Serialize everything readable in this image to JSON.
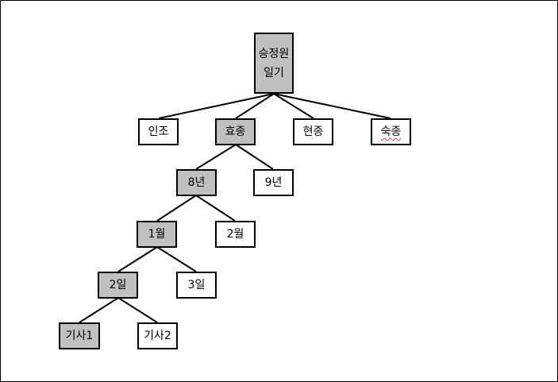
{
  "nodes": {
    "root": "승정원일기",
    "injo": "인조",
    "hyojong": "효종",
    "hyeonjong": "현종",
    "sukjong": "숙종",
    "y8": "8년",
    "y9": "9년",
    "m1": "1월",
    "m2": "2월",
    "d2": "2일",
    "d3": "3일",
    "a1": "기사1",
    "a2": "기사2"
  },
  "colors": {
    "highlight": "#c0c0c0",
    "normal": "#ffffff",
    "line": "#000000"
  }
}
